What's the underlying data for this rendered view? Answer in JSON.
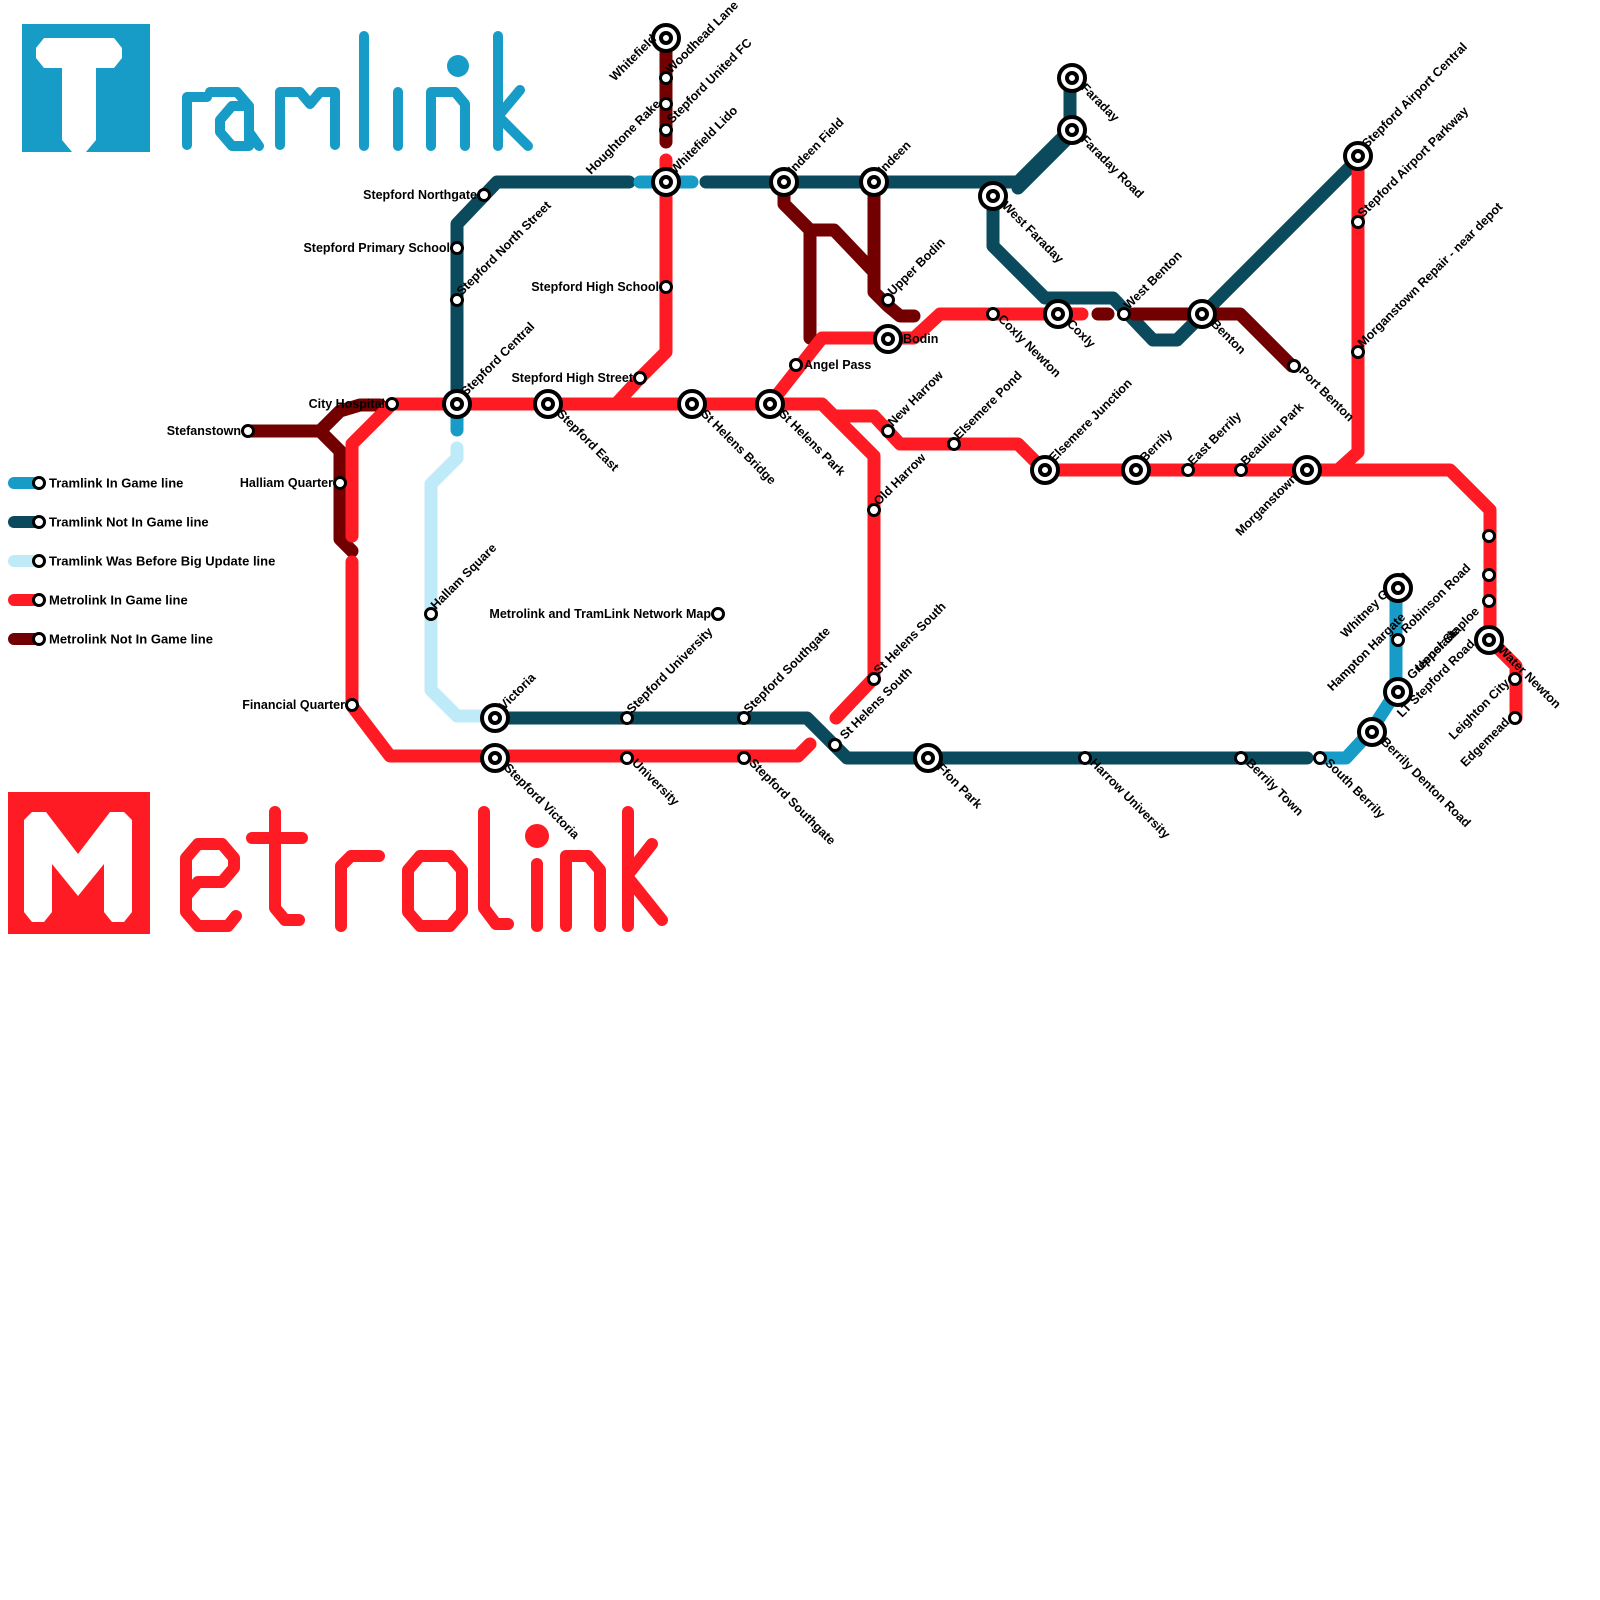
{
  "title": "Metrolink and TramLink Network Map",
  "logos": {
    "tramlink": {
      "text": "Tramlink",
      "color": "#169cc7"
    },
    "metrolink": {
      "text": "Metrolink",
      "color": "#ff1b24"
    }
  },
  "colors": {
    "tram_in_game": "#169cc7",
    "tram_not_in_game": "#0b4a5c",
    "tram_before_update": "#bfeaf7",
    "metro_in_game": "#ff1b24",
    "metro_not_in_game": "#730000"
  },
  "legend": [
    {
      "key": "tram_in_game",
      "label": "Tramlink In Game line"
    },
    {
      "key": "tram_not_in_game",
      "label": "Tramlink Not In Game line"
    },
    {
      "key": "tram_before_update",
      "label": "Tramlink Was Before Big Update line"
    },
    {
      "key": "metro_in_game",
      "label": "Metrolink In Game line"
    },
    {
      "key": "metro_not_in_game",
      "label": "Metrolink Not In Game line"
    }
  ],
  "stations": [
    {
      "name": "Whitefield",
      "type": "interchange"
    },
    {
      "name": "Woodhead Lane",
      "type": "stop"
    },
    {
      "name": "Houghtone Rake",
      "type": "stop"
    },
    {
      "name": "Stepford United FC",
      "type": "stop"
    },
    {
      "name": "Whitefield Lido",
      "type": "interchange"
    },
    {
      "name": "Stepford Northgate",
      "type": "stop"
    },
    {
      "name": "Stepford Primary School",
      "type": "stop"
    },
    {
      "name": "Stepford North Street",
      "type": "stop"
    },
    {
      "name": "Stepford High School",
      "type": "stop"
    },
    {
      "name": "Stepford Central",
      "type": "interchange"
    },
    {
      "name": "City Hospital",
      "type": "stop"
    },
    {
      "name": "Stefanstown",
      "type": "stop"
    },
    {
      "name": "Halliam Quarter",
      "type": "stop"
    },
    {
      "name": "Stepford High Street",
      "type": "stop"
    },
    {
      "name": "Stepford East",
      "type": "interchange"
    },
    {
      "name": "St Helens Bridge",
      "type": "interchange"
    },
    {
      "name": "St Helens Park",
      "type": "interchange"
    },
    {
      "name": "Angel Pass",
      "type": "stop"
    },
    {
      "name": "Bodin",
      "type": "interchange"
    },
    {
      "name": "Upper Bodin",
      "type": "stop"
    },
    {
      "name": "Indeen Field",
      "type": "interchange"
    },
    {
      "name": "Indeen",
      "type": "interchange"
    },
    {
      "name": "West Faraday",
      "type": "interchange"
    },
    {
      "name": "Faraday",
      "type": "interchange"
    },
    {
      "name": "Faraday Road",
      "type": "interchange"
    },
    {
      "name": "Coxly Newton",
      "type": "stop"
    },
    {
      "name": "Coxly",
      "type": "interchange"
    },
    {
      "name": "West Benton",
      "type": "stop"
    },
    {
      "name": "Benton",
      "type": "interchange"
    },
    {
      "name": "Port Benton",
      "type": "stop"
    },
    {
      "name": "Stepford Airport Central",
      "type": "interchange"
    },
    {
      "name": "Stepford Airport Parkway",
      "type": "stop"
    },
    {
      "name": "Morganstown Repair - near depot",
      "type": "stop"
    },
    {
      "name": "New Harrow",
      "type": "stop"
    },
    {
      "name": "Old Harrow",
      "type": "stop"
    },
    {
      "name": "Elsemere Pond",
      "type": "stop"
    },
    {
      "name": "Elsemere Junction",
      "type": "interchange"
    },
    {
      "name": "Berrily",
      "type": "interchange"
    },
    {
      "name": "East Berrily",
      "type": "stop"
    },
    {
      "name": "Beaulieu Park",
      "type": "stop"
    },
    {
      "name": "Morganstown",
      "type": "interchange"
    },
    {
      "name": "Whitney Green",
      "type": "stop"
    },
    {
      "name": "Hampton Hargate",
      "type": "stop"
    },
    {
      "name": "Upper Staploe",
      "type": "stop"
    },
    {
      "name": "Water Newton",
      "type": "interchange"
    },
    {
      "name": "Leighton City",
      "type": "stop"
    },
    {
      "name": "Edgemead",
      "type": "stop"
    },
    {
      "name": "Robinson Road",
      "type": "stop"
    },
    {
      "name": "Greenslade",
      "type": "interchange"
    },
    {
      "name": "LT Stepford Road",
      "type": "interchange"
    },
    {
      "name": "Berrily Denton Road",
      "type": "interchange"
    },
    {
      "name": "South Berrily",
      "type": "stop"
    },
    {
      "name": "Berrily Town",
      "type": "stop"
    },
    {
      "name": "Harrow University",
      "type": "stop"
    },
    {
      "name": "Ffon Park",
      "type": "interchange"
    },
    {
      "name": "St Helens South",
      "type": "stop"
    },
    {
      "name": "St Helens South",
      "type": "stop"
    },
    {
      "name": "Stepford Southgate",
      "type": "stop"
    },
    {
      "name": "Stepford  Southgate",
      "type": "stop"
    },
    {
      "name": "Stepford University",
      "type": "stop"
    },
    {
      "name": "University",
      "type": "stop"
    },
    {
      "name": "Victoria",
      "type": "interchange"
    },
    {
      "name": "Stepford Victoria",
      "type": "interchange"
    },
    {
      "name": "Hallam Square",
      "type": "stop"
    },
    {
      "name": "Financial Quarter",
      "type": "stop"
    },
    {
      "name": "Metrolink and TramLink Network Map",
      "type": "stop"
    }
  ]
}
